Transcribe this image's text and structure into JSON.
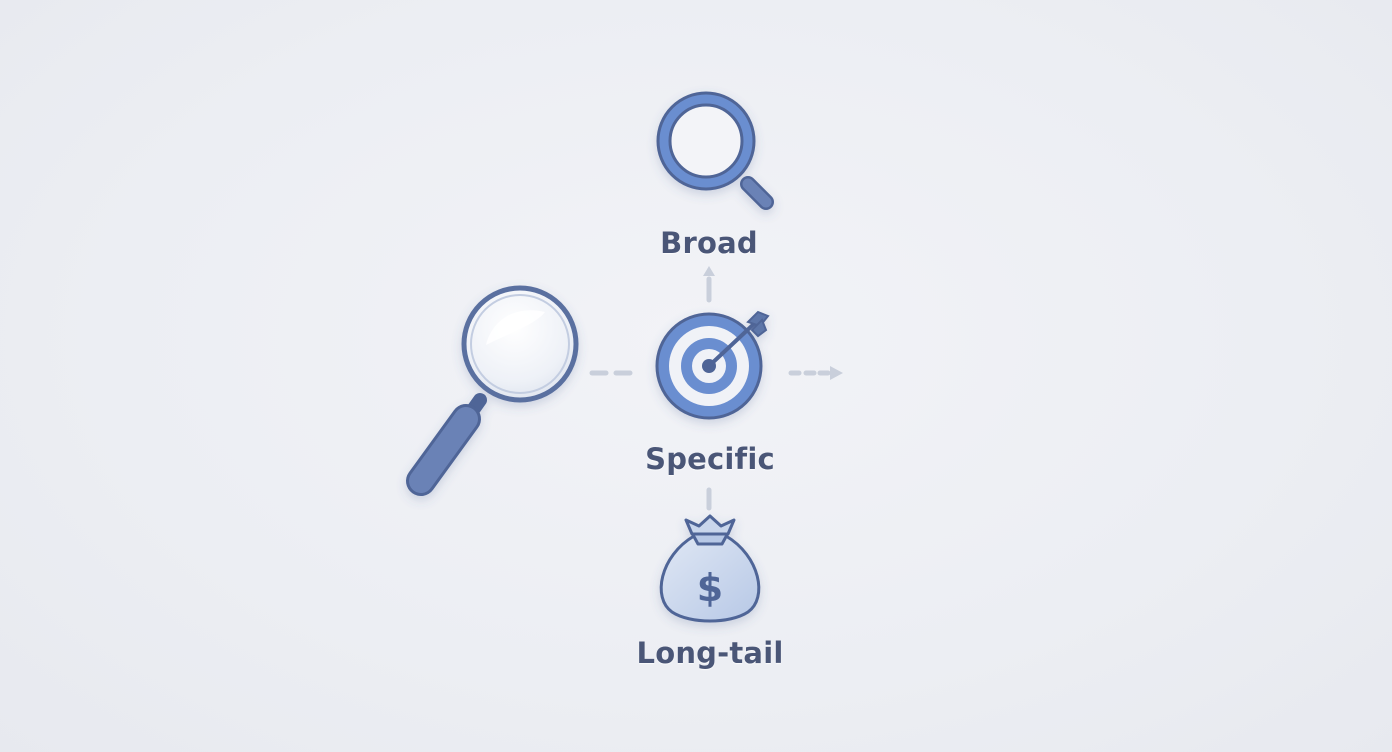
{
  "nodes": {
    "broad": {
      "label": "Broad",
      "icon": "search-icon"
    },
    "specific": {
      "label": "Specific",
      "icon": "target-icon"
    },
    "longtail": {
      "label": "Long-tail",
      "icon": "money-bag-icon"
    }
  },
  "source_icon": "magnifying-glass-icon",
  "colors": {
    "accent": "#6b8ed0",
    "stroke": "#4f6597",
    "handle": "#5d76a9",
    "text": "#4a5677",
    "connector": "#c9cfdb",
    "background": "#eceef3"
  }
}
